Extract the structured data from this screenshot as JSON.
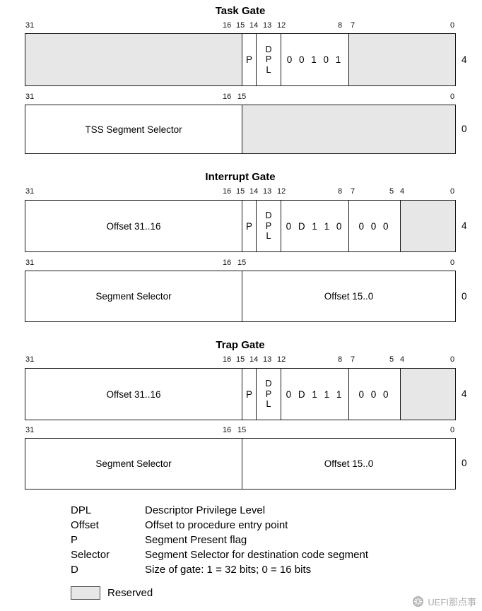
{
  "sections": [
    {
      "title": "Task Gate",
      "rows": [
        {
          "labels": [
            "31",
            "16",
            "15",
            "14",
            "13",
            "12",
            "8",
            "7",
            "0"
          ],
          "fields": [
            {
              "text": ""
            },
            {
              "text": "P"
            },
            {
              "text": "D\nP\nL"
            },
            {
              "text": "0 0 1 0 1"
            },
            {
              "text": ""
            }
          ],
          "offset": "4"
        },
        {
          "labels": [
            "31",
            "16",
            "15",
            "0"
          ],
          "fields": [
            {
              "text": "TSS Segment Selector"
            },
            {
              "text": ""
            }
          ],
          "offset": "0"
        }
      ]
    },
    {
      "title": "Interrupt Gate",
      "rows": [
        {
          "labels": [
            "31",
            "16",
            "15",
            "14",
            "13",
            "12",
            "8",
            "7",
            "5",
            "4",
            "0"
          ],
          "fields": [
            {
              "text": "Offset 31..16"
            },
            {
              "text": "P"
            },
            {
              "text": "D\nP\nL"
            },
            {
              "text": "0 D 1 1 0"
            },
            {
              "text": "0 0 0"
            },
            {
              "text": ""
            }
          ],
          "offset": "4"
        },
        {
          "labels": [
            "31",
            "16",
            "15",
            "0"
          ],
          "fields": [
            {
              "text": "Segment Selector"
            },
            {
              "text": "Offset 15..0"
            }
          ],
          "offset": "0"
        }
      ]
    },
    {
      "title": "Trap Gate",
      "rows": [
        {
          "labels": [
            "31",
            "16",
            "15",
            "14",
            "13",
            "12",
            "8",
            "7",
            "5",
            "4",
            "0"
          ],
          "fields": [
            {
              "text": "Offset 31..16"
            },
            {
              "text": "P"
            },
            {
              "text": "D\nP\nL"
            },
            {
              "text": "0 D 1 1 1"
            },
            {
              "text": "0 0 0"
            },
            {
              "text": ""
            }
          ],
          "offset": "4"
        },
        {
          "labels": [
            "31",
            "16",
            "15",
            "0"
          ],
          "fields": [
            {
              "text": "Segment Selector"
            },
            {
              "text": "Offset 15..0"
            }
          ],
          "offset": "0"
        }
      ]
    }
  ],
  "legend": {
    "entries": [
      {
        "term": "DPL",
        "desc": "Descriptor Privilege Level"
      },
      {
        "term": "Offset",
        "desc": "Offset to procedure entry point"
      },
      {
        "term": "P",
        "desc": "Segment Present flag"
      },
      {
        "term": "Selector",
        "desc": "Segment Selector for destination code segment"
      },
      {
        "term": "D",
        "desc": "Size of gate: 1 = 32 bits; 0 = 16 bits"
      }
    ],
    "reserved_label": "Reserved"
  },
  "watermark": {
    "text": "UEFI那点事"
  }
}
